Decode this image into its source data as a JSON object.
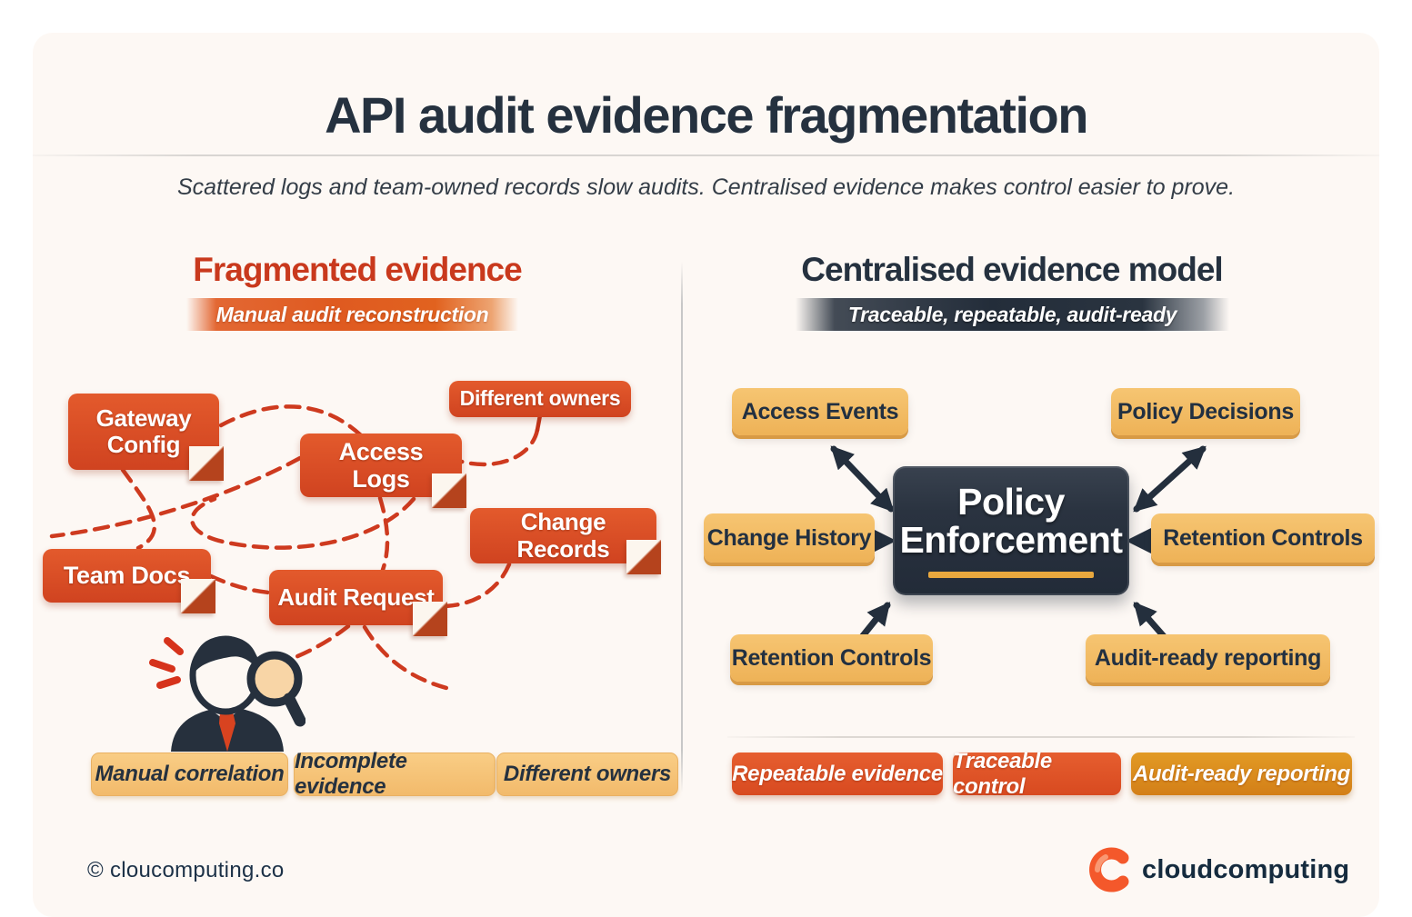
{
  "header": {
    "title": "API audit evidence fragmentation",
    "subtitle": "Scattered logs and team-owned records slow audits. Centralised evidence makes control easier to prove."
  },
  "left": {
    "heading": "Fragmented evidence",
    "banner": "Manual audit reconstruction",
    "boxes": {
      "gateway_config": "Gateway Config",
      "different_owners": "Different owners",
      "access_logs": "Access Logs",
      "change_records": "Change Records",
      "team_docs": "Team Docs",
      "audit_request": "Audit Request"
    },
    "tags": [
      "Manual correlation",
      "Incomplete evidence",
      "Different owners"
    ]
  },
  "right": {
    "heading": "Centralised evidence model",
    "banner": "Traceable, repeatable, audit-ready",
    "center_box": {
      "line1": "Policy",
      "line2": "Enforcement"
    },
    "boxes": {
      "access_events": "Access Events",
      "policy_decisions": "Policy Decisions",
      "change_history": "Change History",
      "retention_controls_right": "Retention Controls",
      "retention_controls_bottom": "Retention Controls",
      "audit_ready_reporting": "Audit-ready reporting"
    },
    "tags": [
      "Repeatable evidence",
      "Traceable control",
      "Audit-ready reporting"
    ]
  },
  "footer": {
    "copyright": "© cloucomputing.co",
    "brand": "cloudcomputing"
  },
  "icons": {
    "person-magnifier-icon": "analyst with magnifying glass",
    "folded-corner-icon": "document folded corner",
    "alert-marks-icon": "red emphasis strokes",
    "double-arrow-icon": "two-way arrow",
    "arrowhead-icon": "solid triangle arrow",
    "brand-c-icon": "orange C mark"
  },
  "colors": {
    "card_bg": "#fdf8f4",
    "heading_red": "#c9391d",
    "box_orange": "#dd5023",
    "dash_red": "#ce3a1f",
    "amber": "#f3bd66",
    "navy": "#232d3a",
    "tag_soft": "#f7c87f",
    "tag_hot": "#dd5226",
    "tag_gold": "#dd8e22"
  }
}
